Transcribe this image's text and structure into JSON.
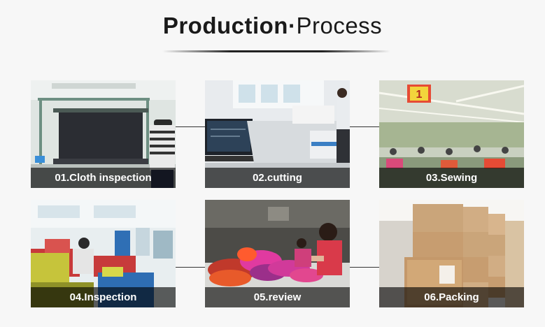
{
  "header": {
    "title_bold": "Production",
    "title_separator": "·",
    "title_light": "Process"
  },
  "steps": [
    {
      "label": "01.Cloth inspection"
    },
    {
      "label": "02.cutting"
    },
    {
      "label": "03.Sewing"
    },
    {
      "label": "04.Inspection"
    },
    {
      "label": "05.review"
    },
    {
      "label": "06.Packing"
    }
  ],
  "signs": {
    "sewing_line_number": "1"
  }
}
